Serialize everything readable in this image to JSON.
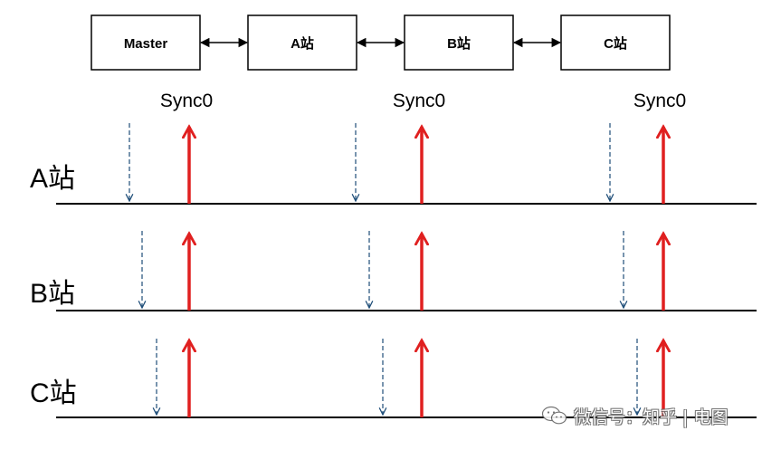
{
  "nodes": [
    {
      "id": "master",
      "label": "Master"
    },
    {
      "id": "a",
      "label": "A站"
    },
    {
      "id": "b",
      "label": "B站"
    },
    {
      "id": "c",
      "label": "C站"
    }
  ],
  "sync_labels": [
    "Sync0",
    "Sync0",
    "Sync0"
  ],
  "rows": [
    {
      "id": "a",
      "label": "A站"
    },
    {
      "id": "b",
      "label": "B站"
    },
    {
      "id": "c",
      "label": "C站"
    }
  ],
  "colors": {
    "sync_arrow": "#e02020",
    "local_arrow": "#1f4e79",
    "line": "#000000"
  },
  "watermark": {
    "icon": "wechat-icon",
    "text": "微信号：知乎 | 电图"
  }
}
